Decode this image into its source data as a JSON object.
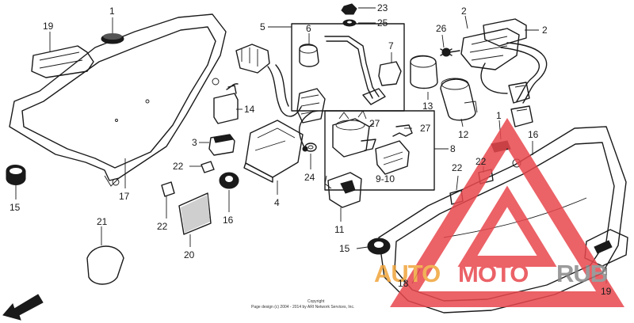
{
  "diagram": {
    "callouts": [
      {
        "id": "c1a",
        "text": "1"
      },
      {
        "id": "c19a",
        "text": "19"
      },
      {
        "id": "c5",
        "text": "5"
      },
      {
        "id": "c6",
        "text": "6"
      },
      {
        "id": "c7",
        "text": "7"
      },
      {
        "id": "c23",
        "text": "23"
      },
      {
        "id": "c25",
        "text": "25"
      },
      {
        "id": "c2a",
        "text": "2"
      },
      {
        "id": "c2b",
        "text": "2"
      },
      {
        "id": "c26",
        "text": "26"
      },
      {
        "id": "c13",
        "text": "13"
      },
      {
        "id": "c14",
        "text": "14"
      },
      {
        "id": "c3",
        "text": "3"
      },
      {
        "id": "c22a",
        "text": "22"
      },
      {
        "id": "c15a",
        "text": "15"
      },
      {
        "id": "c17",
        "text": "17"
      },
      {
        "id": "c16a",
        "text": "16"
      },
      {
        "id": "c22b",
        "text": "22"
      },
      {
        "id": "c4",
        "text": "4"
      },
      {
        "id": "c24",
        "text": "24"
      },
      {
        "id": "c21",
        "text": "21"
      },
      {
        "id": "c20",
        "text": "20"
      },
      {
        "id": "c27a",
        "text": "27"
      },
      {
        "id": "c27b",
        "text": "27"
      },
      {
        "id": "c8",
        "text": "8"
      },
      {
        "id": "c910",
        "text": "9-10"
      },
      {
        "id": "c11",
        "text": "11"
      },
      {
        "id": "c12",
        "text": "12"
      },
      {
        "id": "c1b",
        "text": "1"
      },
      {
        "id": "c16b",
        "text": "16"
      },
      {
        "id": "c22c",
        "text": "22"
      },
      {
        "id": "c22d",
        "text": "22"
      },
      {
        "id": "c15b",
        "text": "15"
      },
      {
        "id": "c18",
        "text": "18"
      },
      {
        "id": "c19b",
        "text": "19"
      }
    ],
    "direction_label": "FWD",
    "copyright_line1": "Copyright",
    "copyright_line2": "Page design (c) 2004 - 2014 by ARI Network Services, Inc.",
    "watermark": {
      "part1": "AUTO",
      "part2": "MOTO",
      "part3": "RUB",
      "color_orange": "#f0a43a",
      "color_red": "#e8474d",
      "color_gray": "#8a8a8a"
    }
  }
}
